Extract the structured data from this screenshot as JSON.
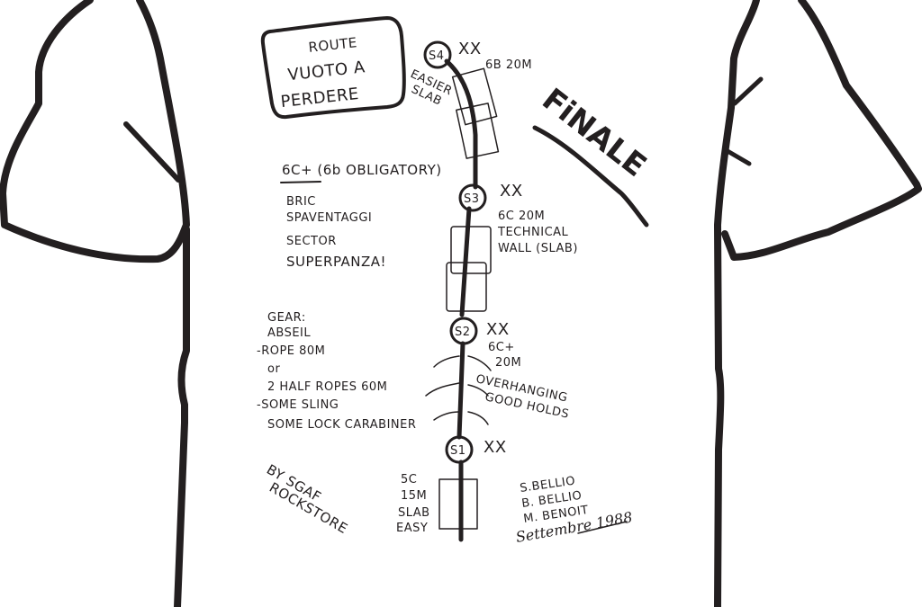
{
  "colors": {
    "ink": "#231f20",
    "background": "#ffffff"
  },
  "title_box": {
    "line1": "ROUTE",
    "line2": "VUOTO A",
    "line3": "PERDERE"
  },
  "crag": "FiNALE",
  "grade_summary": "6C+ (6b OBLIGATORY)",
  "grade_summary_underlined": "6C+",
  "location": [
    "BRIC",
    "SPAVENTAGGI",
    "SECTOR",
    "SUPERPANZA!"
  ],
  "gear": [
    "GEAR:",
    "ABSEIL",
    "-ROPE 80M",
    "or",
    "2 HALF ROPES 60M",
    "-SOME SLING",
    "SOME LOCK CARABINER"
  ],
  "credit": {
    "line1": "BY SGAF",
    "line2": "ROCKSTORE"
  },
  "authors": [
    "S.BELLIO",
    "B. BELLIO",
    "M. BENOIT"
  ],
  "date": "Settembre 1988",
  "stations": [
    {
      "id": "S4",
      "anchor": "XX",
      "notes": [
        "6B 20M"
      ],
      "side_note": [
        "EASIER",
        "SLAB"
      ]
    },
    {
      "id": "S3",
      "anchor": "XX",
      "notes": [
        "6C 20M",
        "TECHNICAL",
        "WALL (SLAB)"
      ]
    },
    {
      "id": "S2",
      "anchor": "XX",
      "notes": [
        "6C+",
        "20M"
      ],
      "side_note": [
        "OVERHANGING",
        "GOOD HOLDS"
      ]
    },
    {
      "id": "S1",
      "anchor": "XX",
      "notes": [],
      "side_note": [
        "5C",
        "15M",
        "SLAB",
        "EASY"
      ]
    }
  ]
}
